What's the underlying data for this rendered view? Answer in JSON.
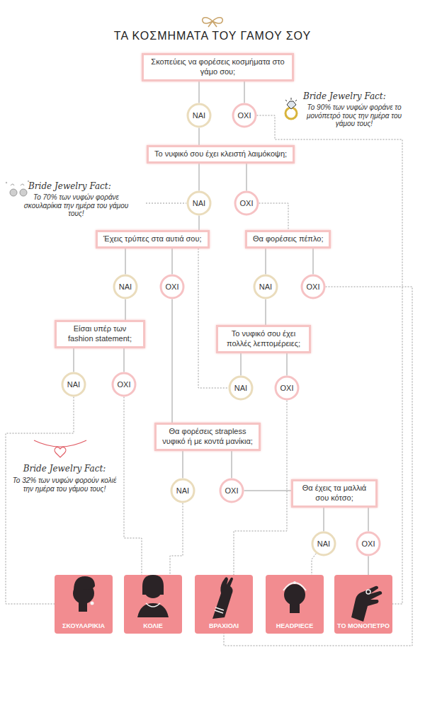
{
  "diagram": {
    "title": "ΤΑ ΚΟΣΜΗΜΑΤΑ ΤΟΥ ΓΑΜΟΥ ΣΟΥ",
    "nodes": [
      {
        "text": [
          "Σκοπεύεις να φορέσεις κοσμήματα στο γάμο σου;"
        ]
      },
      {
        "text": [
          "ΝΑΙ"
        ]
      },
      {
        "text": [
          "ΟΧΙ"
        ]
      },
      {
        "text": [
          "Το νυφικό σου έχει κλειστή λαιμόκοψη;"
        ]
      },
      {
        "text": [
          "ΝΑΙ"
        ]
      },
      {
        "text": [
          "ΟΧΙ"
        ]
      },
      {
        "text": [
          "Έχεις τρύπες στα αυτιά σου;"
        ]
      },
      {
        "text": [
          "Θα φορέσεις πέπλο;"
        ]
      },
      {
        "text": [
          "ΝΑΙ"
        ]
      },
      {
        "text": [
          "ΟΧΙ"
        ]
      },
      {
        "text": [
          "ΝΑΙ"
        ]
      },
      {
        "text": [
          "ΟΧΙ"
        ]
      },
      {
        "text": [
          "Είσαι υπέρ των fashion statement;"
        ]
      },
      {
        "text": [
          "Το νυφικό σου έχει πολλές λεπτομέρειες;"
        ]
      },
      {
        "text": [
          "ΝΑΙ"
        ]
      },
      {
        "text": [
          "ΟΧΙ"
        ]
      },
      {
        "text": [
          "ΝΑΙ"
        ]
      },
      {
        "text": [
          "ΟΧΙ"
        ]
      },
      {
        "text": [
          "Θα φορέσεις strapless νυφικό ή με κοντά μανίκια;"
        ]
      },
      {
        "text": [
          "ΝΑΙ"
        ]
      },
      {
        "text": [
          "ΟΧΙ"
        ]
      },
      {
        "text": [
          "Θα έχεις τα μαλλιά σου κότσο;"
        ]
      },
      {
        "text": [
          "ΝΑΙ"
        ]
      },
      {
        "text": [
          "ΟΧΙ"
        ]
      },
      {
        "text": [
          "ΣΚΟΥΛΑΡΙΚΙΑ"
        ]
      },
      {
        "text": [
          "ΚΟΛΙΕ"
        ]
      },
      {
        "text": [
          "ΒΡΑΧΙΟΛΙ"
        ]
      },
      {
        "text": [
          "HEADPIECE"
        ]
      },
      {
        "text": [
          "ΤΟ ΜΟΝΟΠΕΤΡΟ"
        ]
      }
    ],
    "edges": [
      {
        "from": 0,
        "to": 1,
        "arrow": "none"
      },
      {
        "from": 0,
        "to": 2,
        "arrow": "none"
      },
      {
        "from": 1,
        "to": 3,
        "arrow": "none"
      },
      {
        "from": 2,
        "to": 28,
        "arrow": "none"
      },
      {
        "from": 3,
        "to": 4,
        "arrow": "none"
      },
      {
        "from": 3,
        "to": 5,
        "arrow": "none"
      },
      {
        "from": 4,
        "to": 6,
        "arrow": "none"
      },
      {
        "from": 5,
        "to": 7,
        "arrow": "none"
      },
      {
        "from": 6,
        "to": 8,
        "arrow": "none"
      },
      {
        "from": 6,
        "to": 9,
        "arrow": "none"
      },
      {
        "from": 6,
        "to": 16,
        "arrow": "none"
      },
      {
        "from": 7,
        "to": 10,
        "arrow": "none"
      },
      {
        "from": 7,
        "to": 11,
        "arrow": "none"
      },
      {
        "from": 8,
        "to": 12,
        "arrow": "none"
      },
      {
        "from": 9,
        "to": 18,
        "arrow": "none"
      },
      {
        "from": 10,
        "to": 13,
        "arrow": "none"
      },
      {
        "from": 11,
        "to": 26,
        "arrow": "none"
      },
      {
        "from": 12,
        "to": 14,
        "arrow": "none"
      },
      {
        "from": 12,
        "to": 15,
        "arrow": "none"
      },
      {
        "from": 13,
        "to": 16,
        "arrow": "none"
      },
      {
        "from": 13,
        "to": 17,
        "arrow": "none"
      },
      {
        "from": 14,
        "to": 24,
        "arrow": "none"
      },
      {
        "from": 15,
        "to": 25,
        "arrow": "none"
      },
      {
        "from": 17,
        "to": 26,
        "arrow": "none"
      },
      {
        "from": 18,
        "to": 19,
        "arrow": "none"
      },
      {
        "from": 18,
        "to": 20,
        "arrow": "none"
      },
      {
        "from": 19,
        "to": 25,
        "arrow": "none"
      },
      {
        "from": 20,
        "to": 21,
        "arrow": "none"
      },
      {
        "from": 21,
        "to": 22,
        "arrow": "none"
      },
      {
        "from": 21,
        "to": 23,
        "arrow": "none"
      },
      {
        "from": 22,
        "to": 27,
        "arrow": "none"
      },
      {
        "from": 23,
        "to": 28,
        "arrow": "none"
      }
    ],
    "labels": [
      "Bride Jewelry Fact:",
      "Το 90% των νυφών φοράνε το μονόπετρό τους την ημέρα του γάμου τους!",
      "Bride Jewelry Fact:",
      "Το 70% των νυφών φοράνε σκουλαρίκια την ημέρα του γάμου τους!",
      "Bride Jewelry Fact:",
      "Το 32% των νυφών φορούν κολιέ την ημέρα του γάμου τους!"
    ]
  }
}
